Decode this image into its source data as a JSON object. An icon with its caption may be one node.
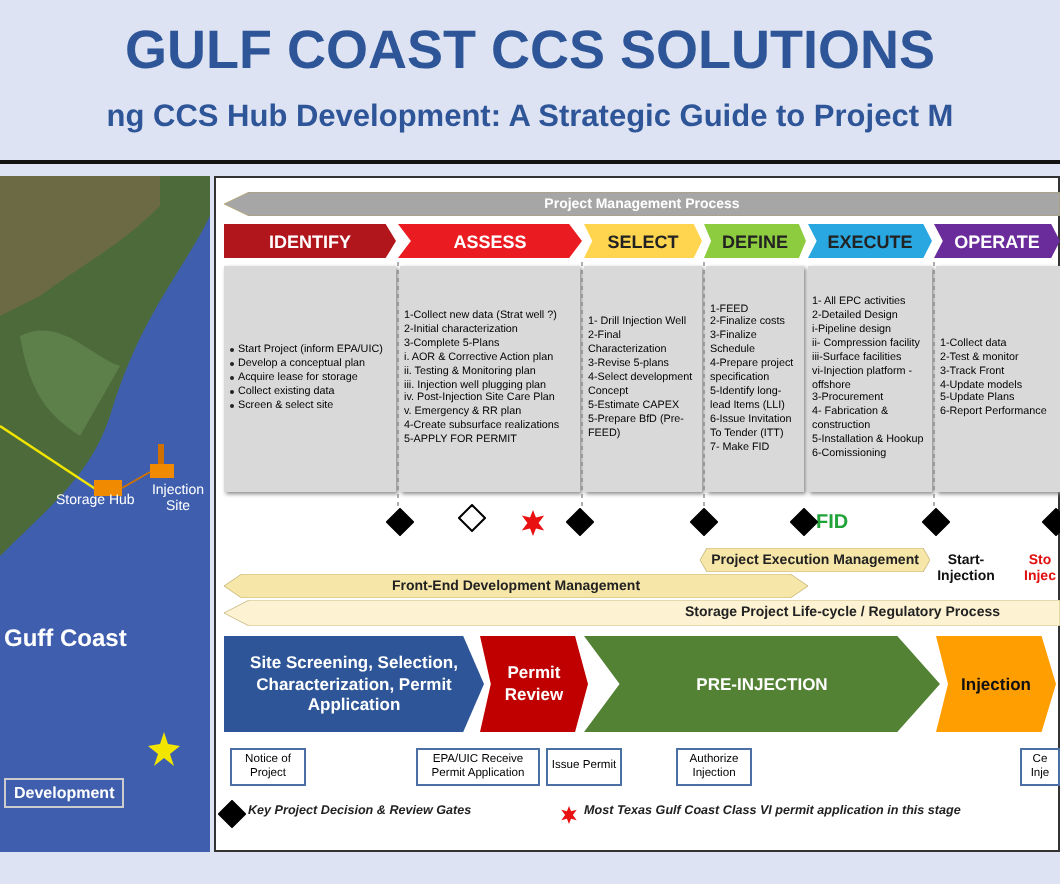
{
  "diagram": {
    "title": "GULF COAST CCS SOLUTIONS",
    "nodes": [
      {
        "text": [
          "Project Management Process"
        ]
      },
      {
        "text": [
          "IDENTIFY"
        ]
      },
      {
        "text": [
          "ASSESS"
        ]
      },
      {
        "text": [
          "SELECT"
        ]
      },
      {
        "text": [
          "DEFINE"
        ]
      },
      {
        "text": [
          "EXECUTE"
        ]
      },
      {
        "text": [
          "OPERATE"
        ]
      },
      {
        "text": [
          "Start Project (inform EPA/UIC)",
          "Develop a conceptual plan",
          "Acquire lease for storage",
          "Collect existing data",
          "Screen & select site"
        ]
      },
      {
        "text": [
          "1-Collect new data (Strat well ?)",
          "2-Initial characterization",
          "3-Complete 5-Plans",
          "i. AOR & Corrective Action plan",
          "ii. Testing & Monitoring plan",
          "iii. Injection well plugging plan",
          "iv. Post-Injection Site Care Plan",
          "v. Emergency & RR plan",
          "4-Create subsurface realizations",
          "5-APPLY FOR PERMIT"
        ]
      },
      {
        "text": [
          "1- Drill Injection Well",
          "2-Final Characterization",
          "3-Revise 5-plans",
          "4-Select development Concept",
          "5-Estimate CAPEX",
          "5-Prepare BfD (Pre-FEED)"
        ]
      },
      {
        "text": [
          "1-FEED",
          "2-Finalize costs",
          "3-Finalize Schedule",
          "4-Prepare project specification",
          "5-Identify long-lead Items (LLI)",
          "6-Issue Invitation To Tender (ITT)",
          "7- Make FID"
        ]
      },
      {
        "text": [
          "1- All EPC activities",
          "2-Detailed Design",
          "i-Pipeline design",
          "ii- Compression facility",
          "iii-Surface facilities",
          "vi-Injection platform - offshore",
          "3-Procurement",
          "4- Fabrication & construction",
          "5-Installation & Hookup",
          "6-Comissioning"
        ]
      },
      {
        "text": [
          "1-Collect data",
          "2-Test & monitor",
          "3-Track Front",
          "4-Update models",
          "5-Update Plans",
          "6-Report Performance"
        ]
      },
      {
        "text": [
          "Project Execution Management"
        ]
      },
      {
        "text": [
          "Front-End Development Management"
        ]
      },
      {
        "text": [
          "Storage Project Life-cycle / Regulatory Process"
        ]
      },
      {
        "text": [
          "Site Screening, Selection, Characterization, Permit Application"
        ]
      },
      {
        "text": [
          "Permit Review"
        ]
      },
      {
        "text": [
          "PRE-INJECTION"
        ]
      },
      {
        "text": [
          "Injection"
        ]
      },
      {
        "text": [
          "Notice of Project"
        ]
      },
      {
        "text": [
          "EPA/UIC Receive Permit Application"
        ]
      },
      {
        "text": [
          "Issue Permit"
        ]
      },
      {
        "text": [
          "Authorize Injection"
        ]
      },
      {
        "text": [
          "Ce Inje"
        ]
      }
    ],
    "labels": [
      "ng CCS Hub Development: A Strategic Guide to Project M",
      "Storage Hub",
      "Injection Site",
      "Guff Coast",
      "Development",
      "FID",
      "Start-Injection",
      "Sto Injec"
    ],
    "legend": [
      {
        "text": "Key Project Decision & Review Gates"
      },
      {
        "text": "Most Texas Gulf Coast Class VI permit application in this stage"
      }
    ]
  }
}
